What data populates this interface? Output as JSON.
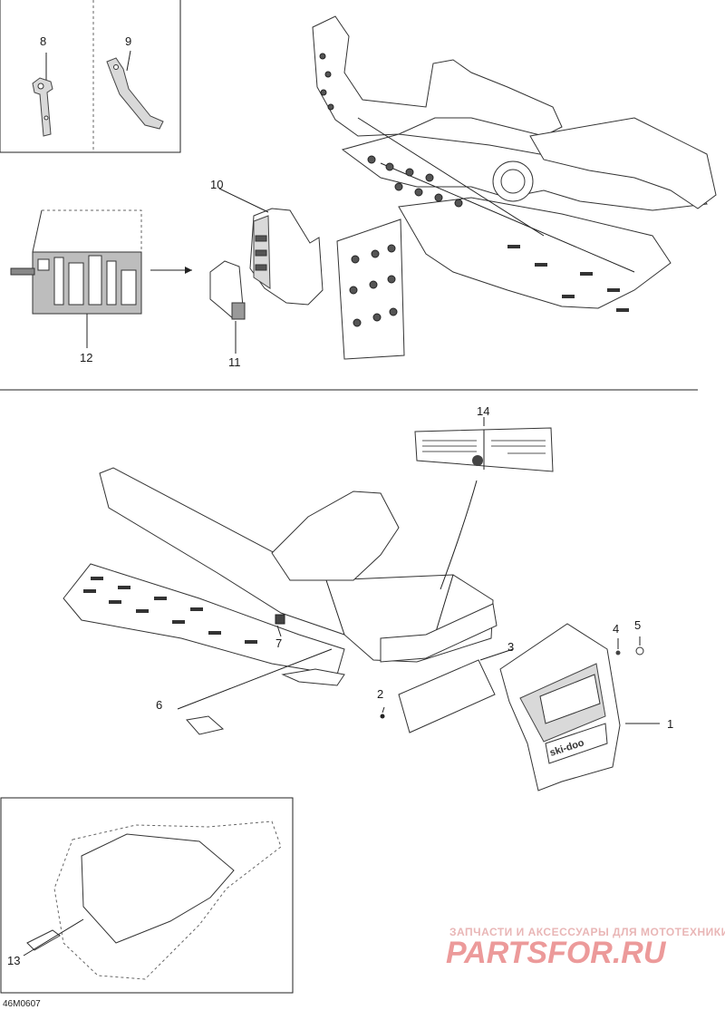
{
  "callouts": [
    "1",
    "2",
    "3",
    "4",
    "5",
    "6",
    "7",
    "8",
    "9",
    "10",
    "11",
    "12",
    "13",
    "14"
  ],
  "drawing_code": "46M0607",
  "watermark": {
    "tagline": "ЗАПЧАСТИ И АКСЕССУАРЫ ДЛЯ МОТОТЕХНИКИ",
    "brand": "PARTSFOR.RU"
  },
  "mudflap_logo": "ski-doo",
  "colors": {
    "line": "#222222",
    "watermark": "#ec9a9a"
  }
}
